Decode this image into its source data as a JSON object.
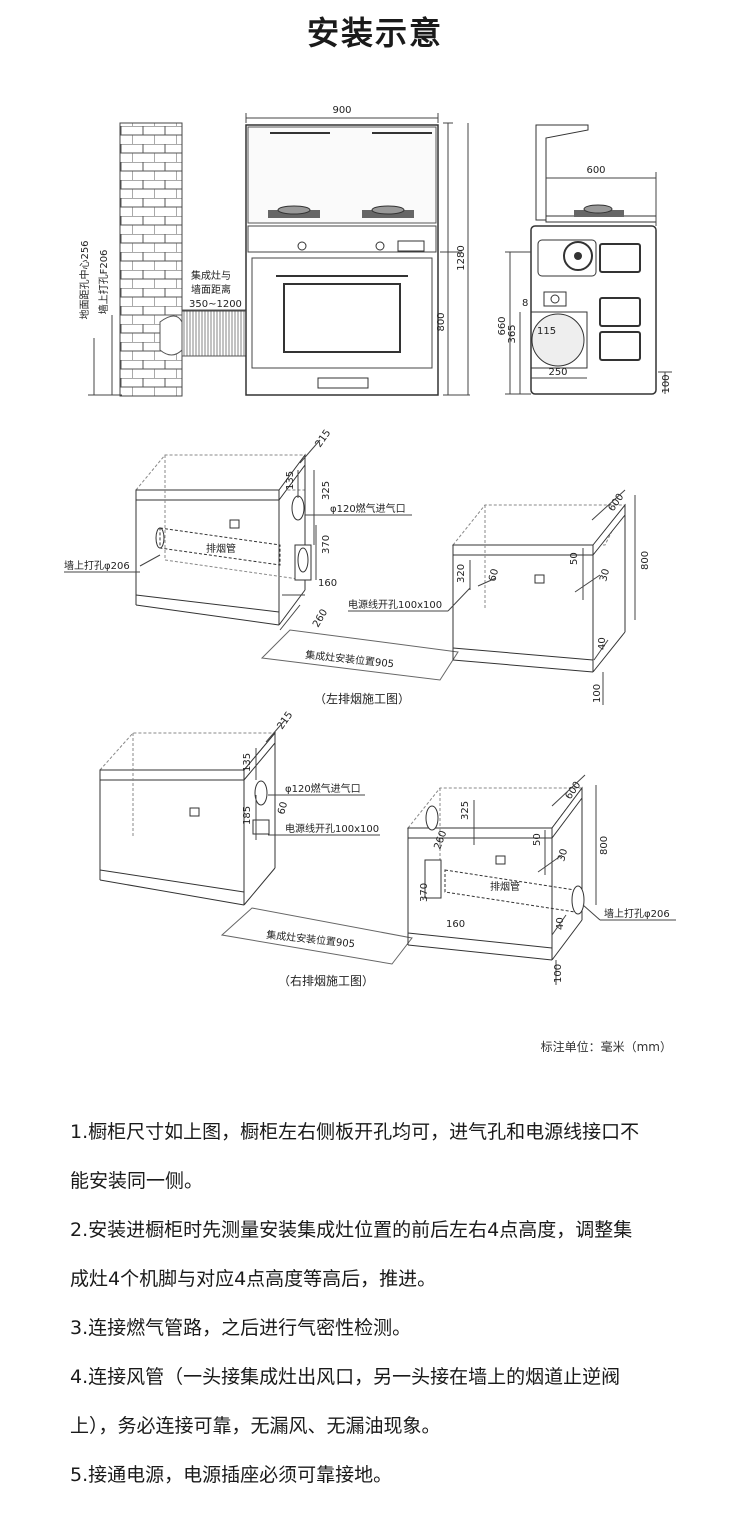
{
  "page_title": "安装示意",
  "top_views": {
    "front_width": "900",
    "total_height": "1280",
    "cabinet_height": "800",
    "wall_labels": [
      "地面距孔中心256",
      "墙上打孔F206"
    ],
    "distance_label": [
      "集成灶与",
      "墙面距离",
      "350~1200"
    ],
    "side_depth": "600",
    "side_dims": [
      "8",
      "660",
      "365",
      "115",
      "250",
      "100"
    ]
  },
  "left_diagram": {
    "dims": [
      "215",
      "135",
      "325",
      "370",
      "160",
      "260"
    ],
    "gas_inlet": "φ120燃气进气口",
    "exhaust_pipe": "排烟管",
    "wall_hole": "墙上打孔φ206",
    "power_hole": "电源线开孔100x100",
    "install_position": "集成灶安装位置905",
    "right_cab_dims": [
      "600",
      "800",
      "50",
      "30",
      "320",
      "60",
      "40",
      "100"
    ],
    "caption": "（左排烟施工图）"
  },
  "right_diagram": {
    "dims": [
      "215",
      "135",
      "185",
      "60"
    ],
    "gas_inlet": "φ120燃气进气口",
    "power_hole": "电源线开孔100x100",
    "install_position": "集成灶安装位置905",
    "right_cab_dims": [
      "325",
      "260",
      "370",
      "160",
      "600",
      "800",
      "50",
      "30",
      "40",
      "100"
    ],
    "exhaust_pipe": "排烟管",
    "wall_hole": "墙上打孔φ206",
    "caption": "（右排烟施工图）"
  },
  "unit_note": "标注单位：毫米（mm）",
  "instructions": [
    "1.橱柜尺寸如上图，橱柜左右侧板开孔均可，进气孔和电源线接口不",
    "能安装同一侧。",
    "2.安装进橱柜时先测量安装集成灶位置的前后左右4点高度，调整集",
    "成灶4个机脚与对应4点高度等高后，推进。",
    "3.连接燃气管路，之后进行气密性检测。",
    "4.连接风管（一头接集成灶出风口，另一头接在墙上的烟道止逆阀",
    "上），务必连接可靠，无漏风、无漏油现象。",
    "5.接通电源，电源插座必须可靠接地。"
  ]
}
